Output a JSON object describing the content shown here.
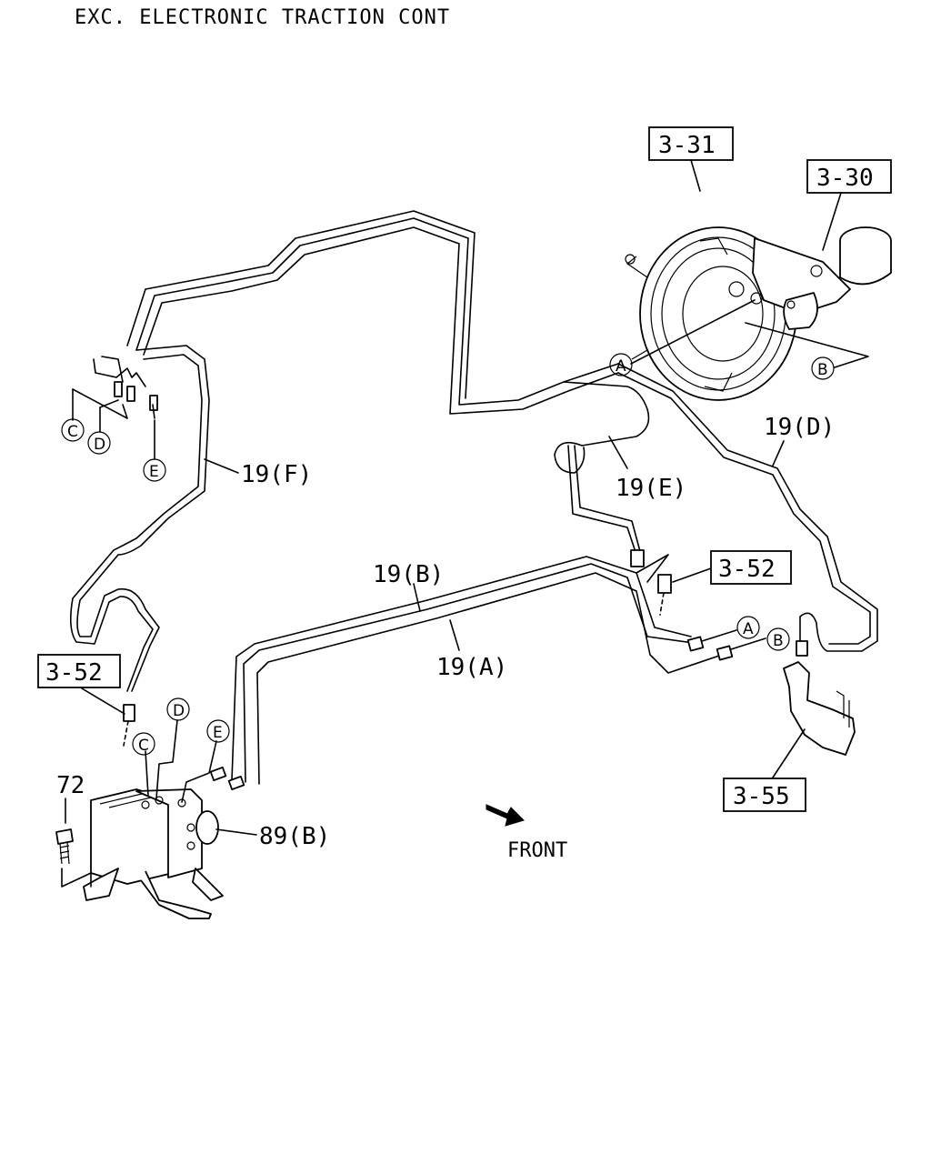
{
  "header": {
    "title": "EXC. ELECTRONIC TRACTION CONT"
  },
  "ref_boxes": {
    "booster": "3-31",
    "master_cylinder": "3-30",
    "hose_rear": "3-52",
    "hose_left": "3-52",
    "bracket": "3-55"
  },
  "callouts": {
    "pipe_a": "19(A)",
    "pipe_b": "19(B)",
    "pipe_d": "19(D)",
    "pipe_e": "19(E)",
    "pipe_f": "19(F)",
    "bolt": "72",
    "hydraulic_unit": "89(B)",
    "front": "FRONT"
  },
  "connectors": {
    "a1": "A",
    "b1": "B",
    "a2": "A",
    "b2": "B",
    "c1": "C",
    "d1": "D",
    "e1": "E",
    "c2": "C",
    "d2": "D",
    "e2": "E"
  }
}
